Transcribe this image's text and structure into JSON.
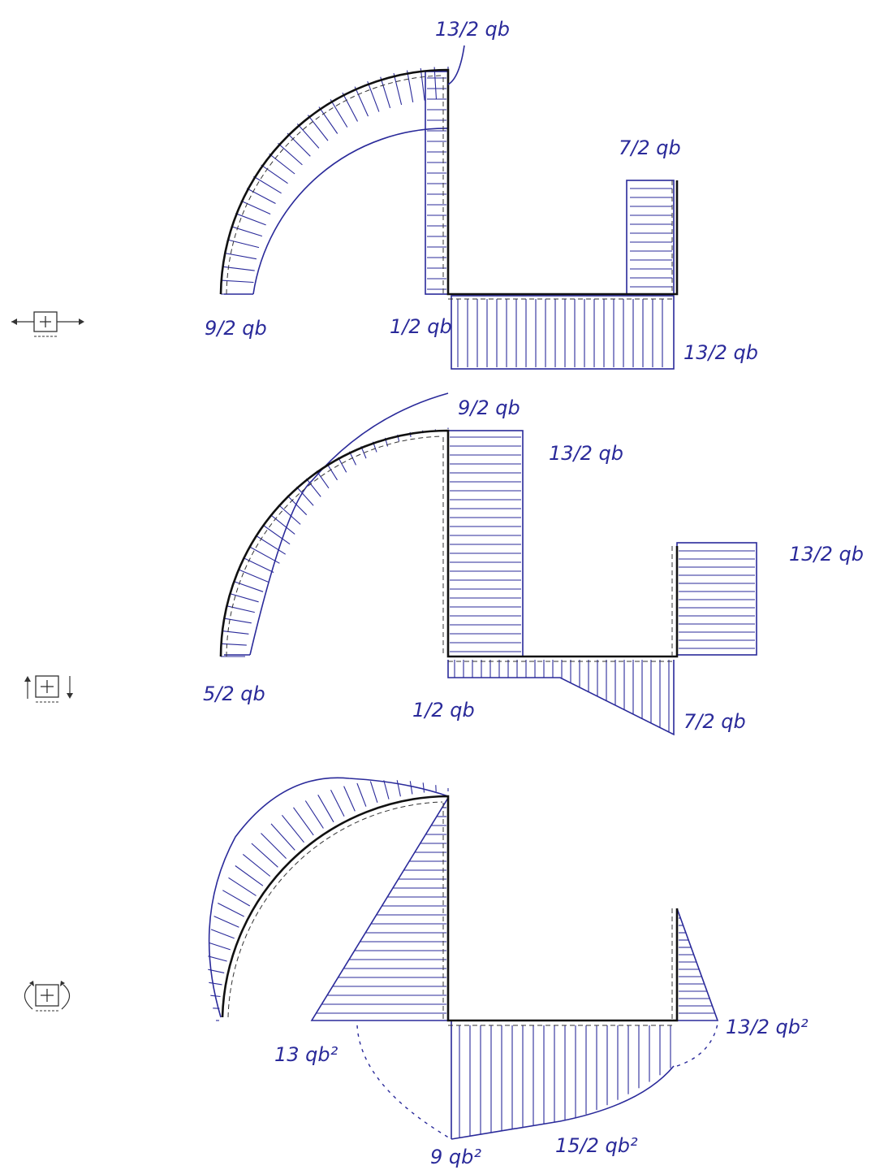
{
  "labels": {
    "axial": {
      "top": "13/2 qb",
      "upright": "7/2 qb",
      "arc_base": "9/2 qb",
      "mid_joint": "1/2 qb",
      "beam_right": "13/2 qb"
    },
    "shear": {
      "top": "9/2 qb",
      "column": "13/2 qb",
      "right": "13/2 qb",
      "arc_base": "5/2 qb",
      "beam_left": "1/2 qb",
      "beam_right": "7/2 qb"
    },
    "moment": {
      "left": "13 qb²",
      "right": "13/2 qb²",
      "bottom_left": "9 qb²",
      "bottom_mid": "15/2 qb²"
    }
  },
  "colors": {
    "ink": "#2a2a9a",
    "frame": "#111111"
  },
  "icons": [
    "normal-force-sign-icon",
    "shear-force-sign-icon",
    "bending-moment-sign-icon"
  ]
}
